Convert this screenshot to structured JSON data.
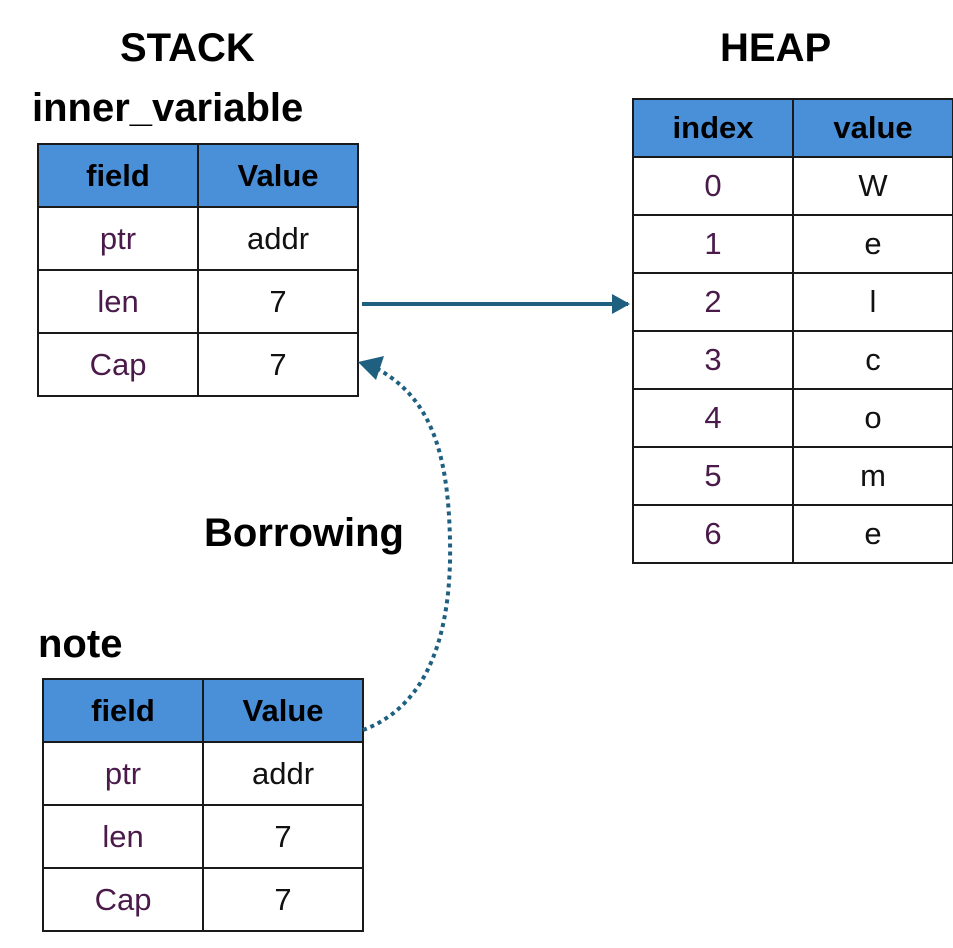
{
  "stack_heading": "STACK",
  "heap_heading": "HEAP",
  "inner_variable": {
    "title": "inner_variable",
    "headers": [
      "field",
      "Value"
    ],
    "rows": [
      {
        "field": "ptr",
        "value": "addr"
      },
      {
        "field": "len",
        "value": "7"
      },
      {
        "field": "Cap",
        "value": "7"
      }
    ]
  },
  "note": {
    "title": "note",
    "headers": [
      "field",
      "Value"
    ],
    "rows": [
      {
        "field": "ptr",
        "value": "addr"
      },
      {
        "field": "len",
        "value": "7"
      },
      {
        "field": "Cap",
        "value": "7"
      }
    ]
  },
  "heap": {
    "headers": [
      "index",
      "value"
    ],
    "rows": [
      {
        "index": "0",
        "value": "W"
      },
      {
        "index": "1",
        "value": "e"
      },
      {
        "index": "2",
        "value": "l"
      },
      {
        "index": "3",
        "value": "c"
      },
      {
        "index": "4",
        "value": "o"
      },
      {
        "index": "5",
        "value": "m"
      },
      {
        "index": "6",
        "value": "e"
      }
    ]
  },
  "borrow_label": "Borrowing",
  "colors": {
    "header_fill": "#4a90d9",
    "arrow": "#1f6080",
    "key_text": "#4a1a4a"
  }
}
